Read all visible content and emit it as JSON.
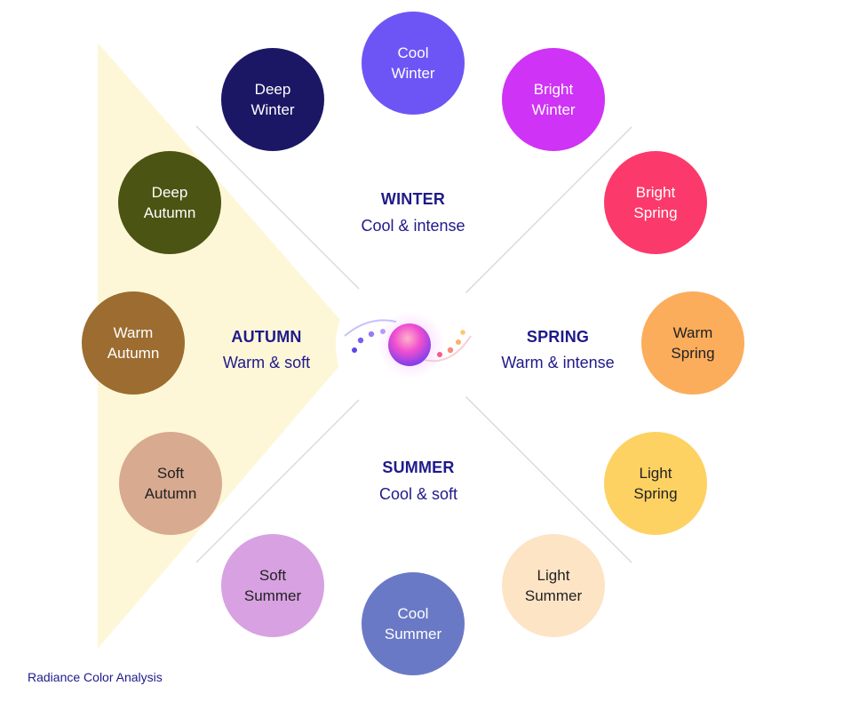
{
  "seasons": {
    "winter": {
      "name": "WINTER",
      "desc": "Cool & intense"
    },
    "spring": {
      "name": "SPRING",
      "desc": "Warm & intense"
    },
    "summer": {
      "name": "SUMMER",
      "desc": "Cool & soft"
    },
    "autumn": {
      "name": "AUTUMN",
      "desc": "Warm & soft"
    }
  },
  "circles": [
    {
      "label": "Cool\nWinter",
      "color": "#6d55f5",
      "text_color": "#ffffff"
    },
    {
      "label": "Bright\nWinter",
      "color": "#cf33f5",
      "text_color": "#ffffff"
    },
    {
      "label": "Bright\nSpring",
      "color": "#fb3a6b",
      "text_color": "#ffffff"
    },
    {
      "label": "Warm\nSpring",
      "color": "#fbad5c",
      "text_color": "#222222"
    },
    {
      "label": "Light\nSpring",
      "color": "#fdd263",
      "text_color": "#222222"
    },
    {
      "label": "Light\nSummer",
      "color": "#fde4c5",
      "text_color": "#222222"
    },
    {
      "label": "Cool\nSummer",
      "color": "#6a79c6",
      "text_color": "#ffffff"
    },
    {
      "label": "Soft\nSummer",
      "color": "#d7a1e2",
      "text_color": "#222222"
    },
    {
      "label": "Soft\nAutumn",
      "color": "#d8aa90",
      "text_color": "#222222"
    },
    {
      "label": "Warm\nAutumn",
      "color": "#9c6c30",
      "text_color": "#ffffff"
    },
    {
      "label": "Deep\nAutumn",
      "color": "#4b5412",
      "text_color": "#ffffff"
    },
    {
      "label": "Deep\nWinter",
      "color": "#1c1765",
      "text_color": "#ffffff"
    }
  ],
  "colors": {
    "highlight": "#fdf7d8",
    "label": "#1f1a8a",
    "divider": "#d6d6dc"
  },
  "brand": "Radiance Color Analysis"
}
